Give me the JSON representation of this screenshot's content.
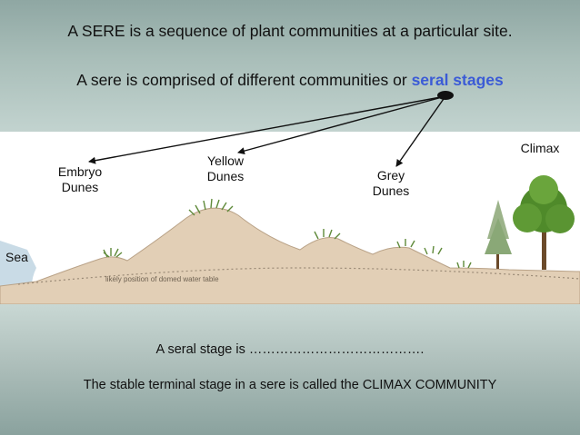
{
  "heading": {
    "line1": "A SERE is a sequence of plant communities at a particular site.",
    "line2_prefix": "A sere is comprised of different communities or ",
    "line2_highlight": "seral stages"
  },
  "diagram": {
    "labels": {
      "embryo": [
        "Embryo",
        "Dunes"
      ],
      "yellow": [
        "Yellow",
        "Dunes"
      ],
      "grey": [
        "Grey",
        "Dunes"
      ],
      "climax": "Climax",
      "sea": "Sea",
      "water_table": "likely position of domed water table"
    }
  },
  "footer": {
    "line1": "A  seral stage is ………………………………….",
    "line2": "The stable terminal stage in a sere is called the CLIMAX COMMUNITY"
  },
  "colors": {
    "accent": "#3b5bd6",
    "sand": "#e2cfb6",
    "vegetation": "#5f8a3a",
    "tree": "#4f8a2a"
  }
}
